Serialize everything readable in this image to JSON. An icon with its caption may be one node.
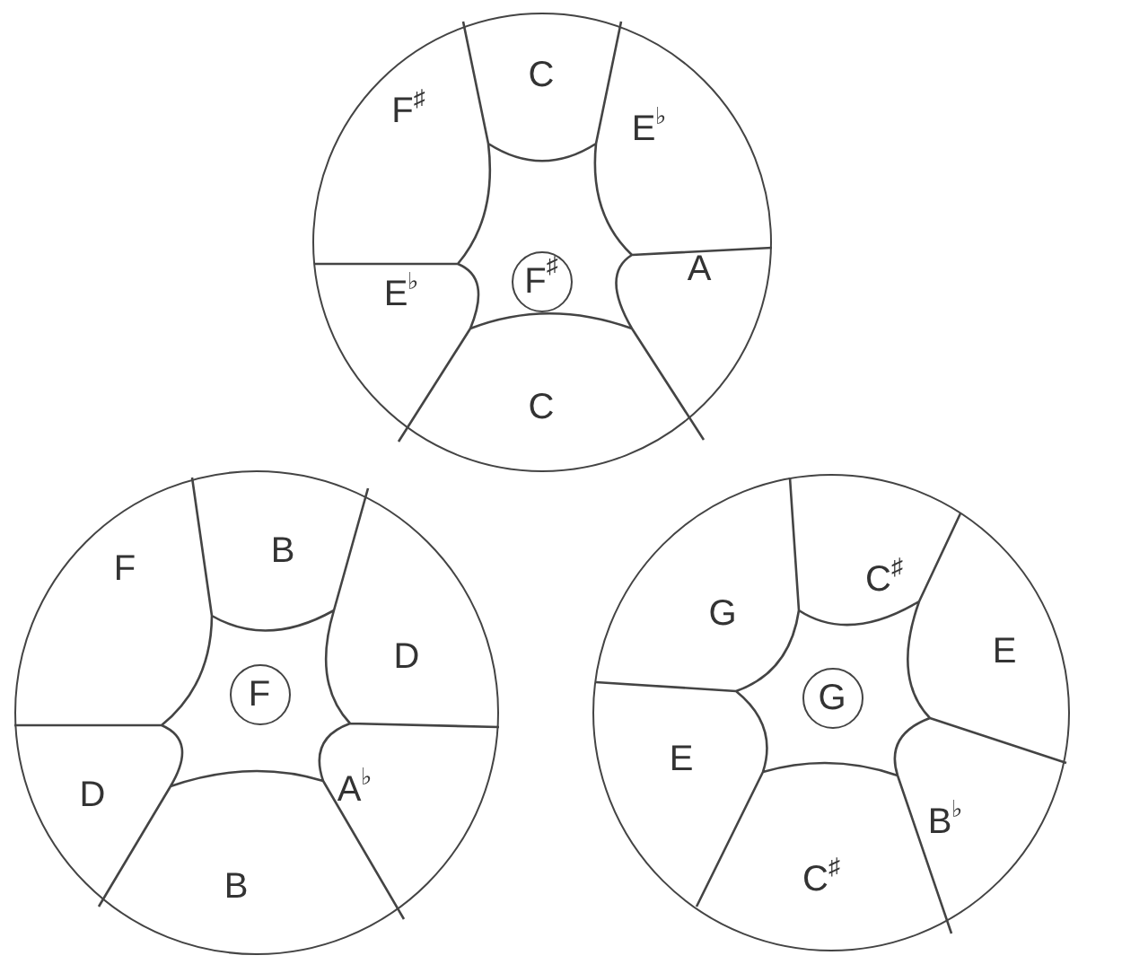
{
  "diagram": {
    "nodes": [
      {
        "text": [],
        "shape": "circle"
      },
      {
        "text": [
          "C"
        ],
        "in": 0
      },
      {
        "text": [
          "F$^{♯}$"
        ],
        "in": 0
      },
      {
        "text": [
          "E$^{♭}$"
        ],
        "in": 0
      },
      {
        "text": [
          "E$^{♭}$"
        ],
        "in": 0
      },
      {
        "text": [
          "F$^{♯}$"
        ],
        "in": 0
      },
      {
        "text": [
          "A"
        ],
        "in": 0
      },
      {
        "text": [
          "C"
        ],
        "in": 0
      },
      {
        "text": [],
        "shape": "circle"
      },
      {
        "text": [
          "B"
        ],
        "in": 8
      },
      {
        "text": [
          "F"
        ],
        "in": 8
      },
      {
        "text": [
          "D"
        ],
        "in": 8
      },
      {
        "text": [
          "F"
        ],
        "in": 8
      },
      {
        "text": [
          "D"
        ],
        "in": 8
      },
      {
        "text": [
          "A$^{♭}$"
        ],
        "in": 8
      },
      {
        "text": [
          "B"
        ],
        "in": 8
      },
      {
        "text": [],
        "shape": "circle"
      },
      {
        "text": [
          "C$^{♯}$"
        ],
        "in": 16
      },
      {
        "text": [
          "G"
        ],
        "in": 16
      },
      {
        "text": [
          "E"
        ],
        "in": 16
      },
      {
        "text": [
          "G"
        ],
        "in": 16
      },
      {
        "text": [
          "E"
        ],
        "in": 16
      },
      {
        "text": [
          "B$^{♭}$"
        ],
        "in": 16
      },
      {
        "text": [
          "C$^{♯}$"
        ],
        "in": 16
      }
    ]
  }
}
